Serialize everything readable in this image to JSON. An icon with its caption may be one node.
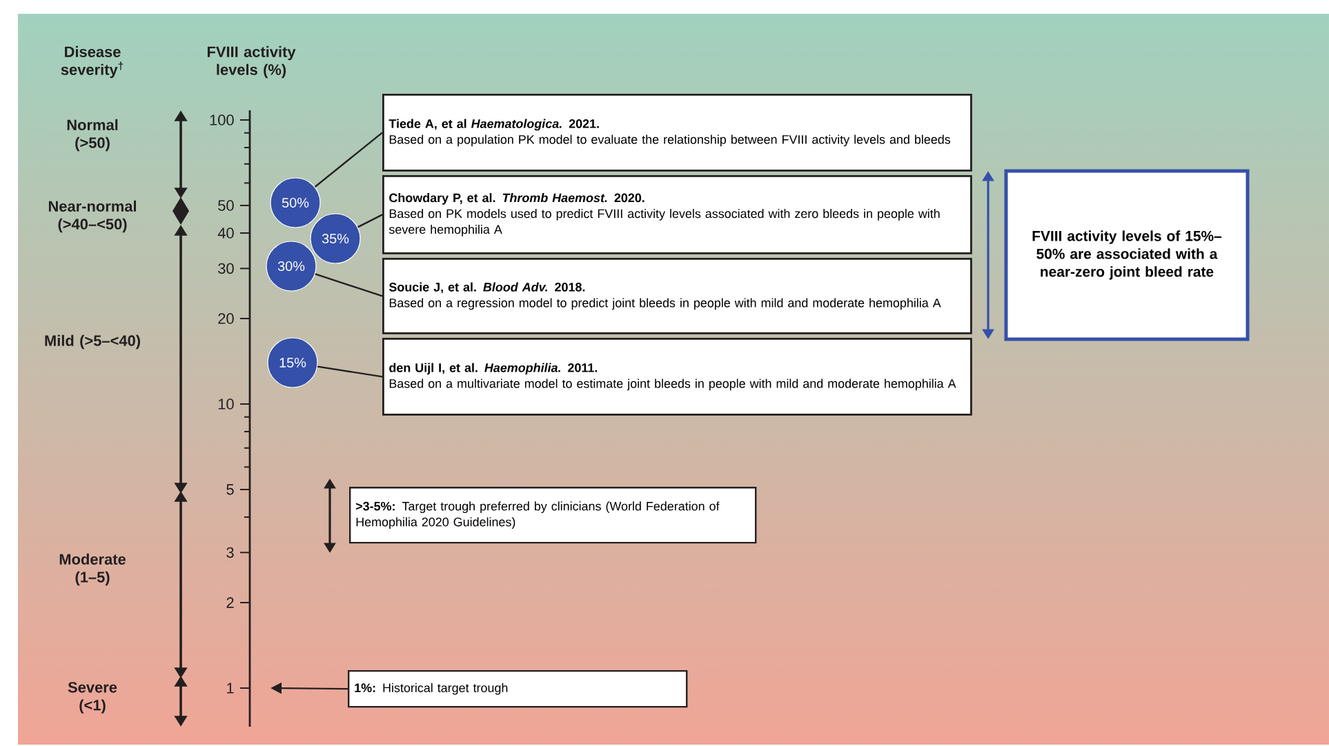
{
  "diagram": {
    "nodes": [
      {
        "text": [
          "50%"
        ]
      },
      {
        "text": [
          "35%"
        ]
      },
      {
        "text": [
          "30%"
        ]
      },
      {
        "text": [
          "15%"
        ]
      },
      {
        "text": [
          "Tiede A, et al *Haematologica.* 2021.",
          "Based on a population PK model to evaluate the relationship between FVIII activity levels and bleeds"
        ]
      },
      {
        "text": [
          "Chowdary P, et al. *Thromb Haemost.* 2020.",
          "Based on PK models used to predict FVIII activity levels associated with zero bleeds in people with severe hemophilia A"
        ]
      },
      {
        "text": [
          "Soucie J, et al. *Blood Adv.* 2018.",
          "Based on a regression model to predict joint bleeds in people with mild and moderate hemophilia A"
        ]
      },
      {
        "text": [
          "den Uijl I, et al. *Haemophilia.* 2011.",
          "Based on a multivariate model to estimate joint bleeds in people with mild and moderate hemophilia A"
        ]
      },
      {
        "text": [
          "FVIII activity levels of 15%–50% are associated with a near-zero joint bleed rate"
        ]
      },
      {
        "text": [
          "**>3-5%:** Target trough preferred by clinicians (World Federation of Hemophilia 2020 Guidelines)"
        ]
      },
      {
        "text": [
          "**1%:** Historical target trough"
        ]
      }
    ],
    "edges": [
      {
        "from": 0,
        "to": 4,
        "arrow": "none"
      },
      {
        "from": 1,
        "to": 5,
        "arrow": "none"
      },
      {
        "from": 2,
        "to": 6,
        "arrow": "none"
      },
      {
        "from": 3,
        "to": 7,
        "arrow": "none"
      },
      {
        "from": 10,
        "to": null,
        "arrow": "to"
      }
    ],
    "labels": [
      "Disease severity$^{†}$",
      "FVIII activity levels (%)",
      "Normal (>50)",
      "100",
      "Near-normal (>40–<50)",
      "50",
      "40",
      "30",
      "20",
      "Mild (>5–<40)",
      "10",
      "5",
      "3",
      "Moderate (1–5)",
      "2",
      "1",
      "Severe (<1)"
    ]
  }
}
